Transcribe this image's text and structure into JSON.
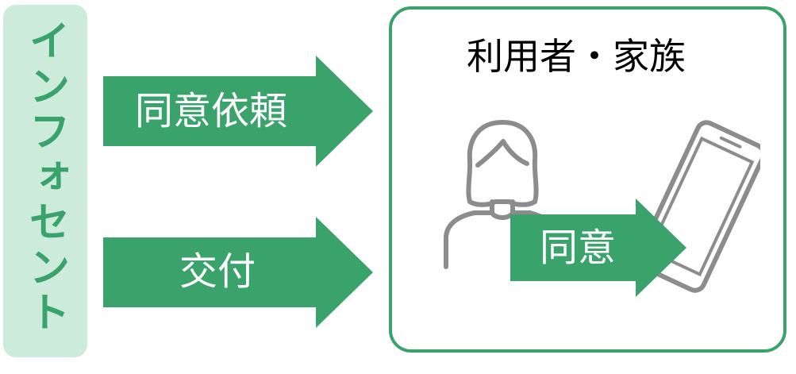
{
  "left_label": "インフォセント",
  "arrows": [
    {
      "label": "同意依頼"
    },
    {
      "label": "交付"
    }
  ],
  "panel": {
    "title": "利用者・家族",
    "consent_label": "同意"
  },
  "colors": {
    "green": "#3aa36c",
    "light_green": "#cdebdb",
    "gray_icon": "#8c8c8c"
  },
  "icons": {
    "person": "person-icon",
    "phone": "smartphone-icon"
  }
}
